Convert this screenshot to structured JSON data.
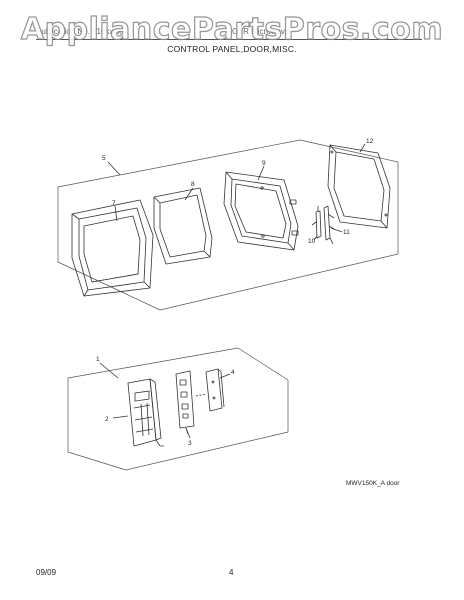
{
  "watermark": {
    "text": "AppliancePartsPros.com"
  },
  "header": {
    "left_text": "Publication No. 316xxxx",
    "right_text": "OTR Microwave",
    "section_title": "CONTROL PANEL,DOOR,MISC."
  },
  "door_assembly": {
    "callouts": [
      "5",
      "7",
      "8",
      "9",
      "10",
      "11",
      "12"
    ]
  },
  "control_panel_assembly": {
    "callouts": [
      "1",
      "2",
      "3",
      "4"
    ]
  },
  "diagram_id": "MWV150K_A door",
  "footer": {
    "date": "09/09",
    "page": "4"
  },
  "colors": {
    "line": "#333333",
    "group_box": "#555555",
    "watermark_outline": "#8a8a8a"
  }
}
